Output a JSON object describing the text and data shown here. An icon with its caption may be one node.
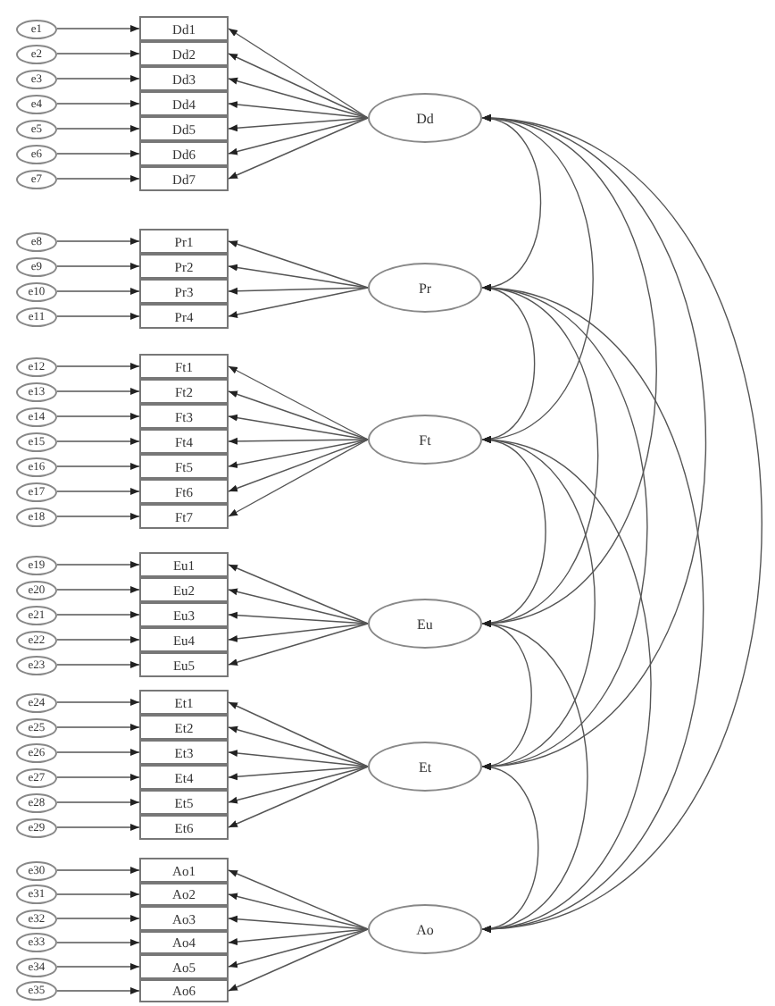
{
  "diagram": {
    "nodes": [
      {
        "text": [
          "e1"
        ]
      },
      {
        "text": [
          "e2"
        ]
      },
      {
        "text": [
          "e3"
        ]
      },
      {
        "text": [
          "e4"
        ]
      },
      {
        "text": [
          "e5"
        ]
      },
      {
        "text": [
          "e6"
        ]
      },
      {
        "text": [
          "e7"
        ]
      },
      {
        "text": [
          "Dd1"
        ]
      },
      {
        "text": [
          "Dd2"
        ]
      },
      {
        "text": [
          "Dd3"
        ]
      },
      {
        "text": [
          "Dd4"
        ]
      },
      {
        "text": [
          "Dd5"
        ]
      },
      {
        "text": [
          "Dd6"
        ]
      },
      {
        "text": [
          "Dd7"
        ]
      },
      {
        "text": [
          "Dd"
        ]
      },
      {
        "text": [
          "e8"
        ]
      },
      {
        "text": [
          "e9"
        ]
      },
      {
        "text": [
          "e10"
        ]
      },
      {
        "text": [
          "e11"
        ]
      },
      {
        "text": [
          "Pr1"
        ]
      },
      {
        "text": [
          "Pr2"
        ]
      },
      {
        "text": [
          "Pr3"
        ]
      },
      {
        "text": [
          "Pr4"
        ]
      },
      {
        "text": [
          "Pr"
        ]
      },
      {
        "text": [
          "e12"
        ]
      },
      {
        "text": [
          "e13"
        ]
      },
      {
        "text": [
          "e14"
        ]
      },
      {
        "text": [
          "e15"
        ]
      },
      {
        "text": [
          "e16"
        ]
      },
      {
        "text": [
          "e17"
        ]
      },
      {
        "text": [
          "e18"
        ]
      },
      {
        "text": [
          "Ft1"
        ]
      },
      {
        "text": [
          "Ft2"
        ]
      },
      {
        "text": [
          "Ft3"
        ]
      },
      {
        "text": [
          "Ft4"
        ]
      },
      {
        "text": [
          "Ft5"
        ]
      },
      {
        "text": [
          "Ft6"
        ]
      },
      {
        "text": [
          "Ft7"
        ]
      },
      {
        "text": [
          "Ft"
        ]
      },
      {
        "text": [
          "e19"
        ]
      },
      {
        "text": [
          "e20"
        ]
      },
      {
        "text": [
          "e21"
        ]
      },
      {
        "text": [
          "e22"
        ]
      },
      {
        "text": [
          "e23"
        ]
      },
      {
        "text": [
          "Eu1"
        ]
      },
      {
        "text": [
          "Eu2"
        ]
      },
      {
        "text": [
          "Eu3"
        ]
      },
      {
        "text": [
          "Eu4"
        ]
      },
      {
        "text": [
          "Eu5"
        ]
      },
      {
        "text": [
          "Eu"
        ]
      },
      {
        "text": [
          "e24"
        ]
      },
      {
        "text": [
          "e25"
        ]
      },
      {
        "text": [
          "e26"
        ]
      },
      {
        "text": [
          "e27"
        ]
      },
      {
        "text": [
          "e28"
        ]
      },
      {
        "text": [
          "e29"
        ]
      },
      {
        "text": [
          "Et1"
        ]
      },
      {
        "text": [
          "Et2"
        ]
      },
      {
        "text": [
          "Et3"
        ]
      },
      {
        "text": [
          "Et4"
        ]
      },
      {
        "text": [
          "Et5"
        ]
      },
      {
        "text": [
          "Et6"
        ]
      },
      {
        "text": [
          "Et"
        ]
      },
      {
        "text": [
          "e30"
        ]
      },
      {
        "text": [
          "e31"
        ]
      },
      {
        "text": [
          "e32"
        ]
      },
      {
        "text": [
          "e33"
        ]
      },
      {
        "text": [
          "e34"
        ]
      },
      {
        "text": [
          "e35"
        ]
      },
      {
        "text": [
          "Ao1"
        ]
      },
      {
        "text": [
          "Ao2"
        ]
      },
      {
        "text": [
          "Ao3"
        ]
      },
      {
        "text": [
          "Ao4"
        ]
      },
      {
        "text": [
          "Ao5"
        ]
      },
      {
        "text": [
          "Ao6"
        ]
      },
      {
        "text": [
          "Ao"
        ]
      }
    ],
    "edges": [
      {
        "from": 0,
        "to": 7,
        "arrow": "to"
      },
      {
        "from": 14,
        "to": 7,
        "arrow": "to"
      },
      {
        "from": 1,
        "to": 8,
        "arrow": "to"
      },
      {
        "from": 14,
        "to": 8,
        "arrow": "to"
      },
      {
        "from": 2,
        "to": 9,
        "arrow": "to"
      },
      {
        "from": 14,
        "to": 9,
        "arrow": "to"
      },
      {
        "from": 3,
        "to": 10,
        "arrow": "to"
      },
      {
        "from": 14,
        "to": 10,
        "arrow": "to"
      },
      {
        "from": 4,
        "to": 11,
        "arrow": "to"
      },
      {
        "from": 14,
        "to": 11,
        "arrow": "to"
      },
      {
        "from": 5,
        "to": 12,
        "arrow": "to"
      },
      {
        "from": 14,
        "to": 12,
        "arrow": "to"
      },
      {
        "from": 6,
        "to": 13,
        "arrow": "to"
      },
      {
        "from": 14,
        "to": 13,
        "arrow": "to"
      },
      {
        "from": 15,
        "to": 19,
        "arrow": "to"
      },
      {
        "from": 23,
        "to": 19,
        "arrow": "to"
      },
      {
        "from": 16,
        "to": 20,
        "arrow": "to"
      },
      {
        "from": 23,
        "to": 20,
        "arrow": "to"
      },
      {
        "from": 17,
        "to": 21,
        "arrow": "to"
      },
      {
        "from": 23,
        "to": 21,
        "arrow": "to"
      },
      {
        "from": 18,
        "to": 22,
        "arrow": "to"
      },
      {
        "from": 23,
        "to": 22,
        "arrow": "to"
      },
      {
        "from": 24,
        "to": 31,
        "arrow": "to"
      },
      {
        "from": 38,
        "to": 31,
        "arrow": "to"
      },
      {
        "from": 25,
        "to": 32,
        "arrow": "to"
      },
      {
        "from": 38,
        "to": 32,
        "arrow": "to"
      },
      {
        "from": 26,
        "to": 33,
        "arrow": "to"
      },
      {
        "from": 38,
        "to": 33,
        "arrow": "to"
      },
      {
        "from": 27,
        "to": 34,
        "arrow": "to"
      },
      {
        "from": 38,
        "to": 34,
        "arrow": "to"
      },
      {
        "from": 28,
        "to": 35,
        "arrow": "to"
      },
      {
        "from": 38,
        "to": 35,
        "arrow": "to"
      },
      {
        "from": 29,
        "to": 36,
        "arrow": "to"
      },
      {
        "from": 38,
        "to": 36,
        "arrow": "to"
      },
      {
        "from": 30,
        "to": 37,
        "arrow": "to"
      },
      {
        "from": 38,
        "to": 37,
        "arrow": "to"
      },
      {
        "from": 39,
        "to": 44,
        "arrow": "to"
      },
      {
        "from": 49,
        "to": 44,
        "arrow": "to"
      },
      {
        "from": 40,
        "to": 45,
        "arrow": "to"
      },
      {
        "from": 49,
        "to": 45,
        "arrow": "to"
      },
      {
        "from": 41,
        "to": 46,
        "arrow": "to"
      },
      {
        "from": 49,
        "to": 46,
        "arrow": "to"
      },
      {
        "from": 42,
        "to": 47,
        "arrow": "to"
      },
      {
        "from": 49,
        "to": 47,
        "arrow": "to"
      },
      {
        "from": 43,
        "to": 48,
        "arrow": "to"
      },
      {
        "from": 49,
        "to": 48,
        "arrow": "to"
      },
      {
        "from": 50,
        "to": 56,
        "arrow": "to"
      },
      {
        "from": 62,
        "to": 56,
        "arrow": "to"
      },
      {
        "from": 51,
        "to": 57,
        "arrow": "to"
      },
      {
        "from": 62,
        "to": 57,
        "arrow": "to"
      },
      {
        "from": 52,
        "to": 58,
        "arrow": "to"
      },
      {
        "from": 62,
        "to": 58,
        "arrow": "to"
      },
      {
        "from": 53,
        "to": 59,
        "arrow": "to"
      },
      {
        "from": 62,
        "to": 59,
        "arrow": "to"
      },
      {
        "from": 54,
        "to": 60,
        "arrow": "to"
      },
      {
        "from": 62,
        "to": 60,
        "arrow": "to"
      },
      {
        "from": 55,
        "to": 61,
        "arrow": "to"
      },
      {
        "from": 62,
        "to": 61,
        "arrow": "to"
      },
      {
        "from": 63,
        "to": 69,
        "arrow": "to"
      },
      {
        "from": 75,
        "to": 69,
        "arrow": "to"
      },
      {
        "from": 64,
        "to": 70,
        "arrow": "to"
      },
      {
        "from": 75,
        "to": 70,
        "arrow": "to"
      },
      {
        "from": 65,
        "to": 71,
        "arrow": "to"
      },
      {
        "from": 75,
        "to": 71,
        "arrow": "to"
      },
      {
        "from": 66,
        "to": 72,
        "arrow": "to"
      },
      {
        "from": 75,
        "to": 72,
        "arrow": "to"
      },
      {
        "from": 67,
        "to": 73,
        "arrow": "to"
      },
      {
        "from": 75,
        "to": 73,
        "arrow": "to"
      },
      {
        "from": 68,
        "to": 74,
        "arrow": "to"
      },
      {
        "from": 75,
        "to": 74,
        "arrow": "to"
      },
      {
        "from": 14,
        "to": 23,
        "arrow": "both"
      },
      {
        "from": 14,
        "to": 38,
        "arrow": "both"
      },
      {
        "from": 14,
        "to": 49,
        "arrow": "both"
      },
      {
        "from": 14,
        "to": 62,
        "arrow": "both"
      },
      {
        "from": 14,
        "to": 75,
        "arrow": "both"
      },
      {
        "from": 23,
        "to": 38,
        "arrow": "both"
      },
      {
        "from": 23,
        "to": 49,
        "arrow": "both"
      },
      {
        "from": 23,
        "to": 62,
        "arrow": "both"
      },
      {
        "from": 23,
        "to": 75,
        "arrow": "both"
      },
      {
        "from": 38,
        "to": 49,
        "arrow": "both"
      },
      {
        "from": 38,
        "to": 62,
        "arrow": "both"
      },
      {
        "from": 38,
        "to": 75,
        "arrow": "both"
      },
      {
        "from": 49,
        "to": 62,
        "arrow": "both"
      },
      {
        "from": 49,
        "to": 75,
        "arrow": "both"
      },
      {
        "from": 62,
        "to": 75,
        "arrow": "both"
      }
    ]
  }
}
